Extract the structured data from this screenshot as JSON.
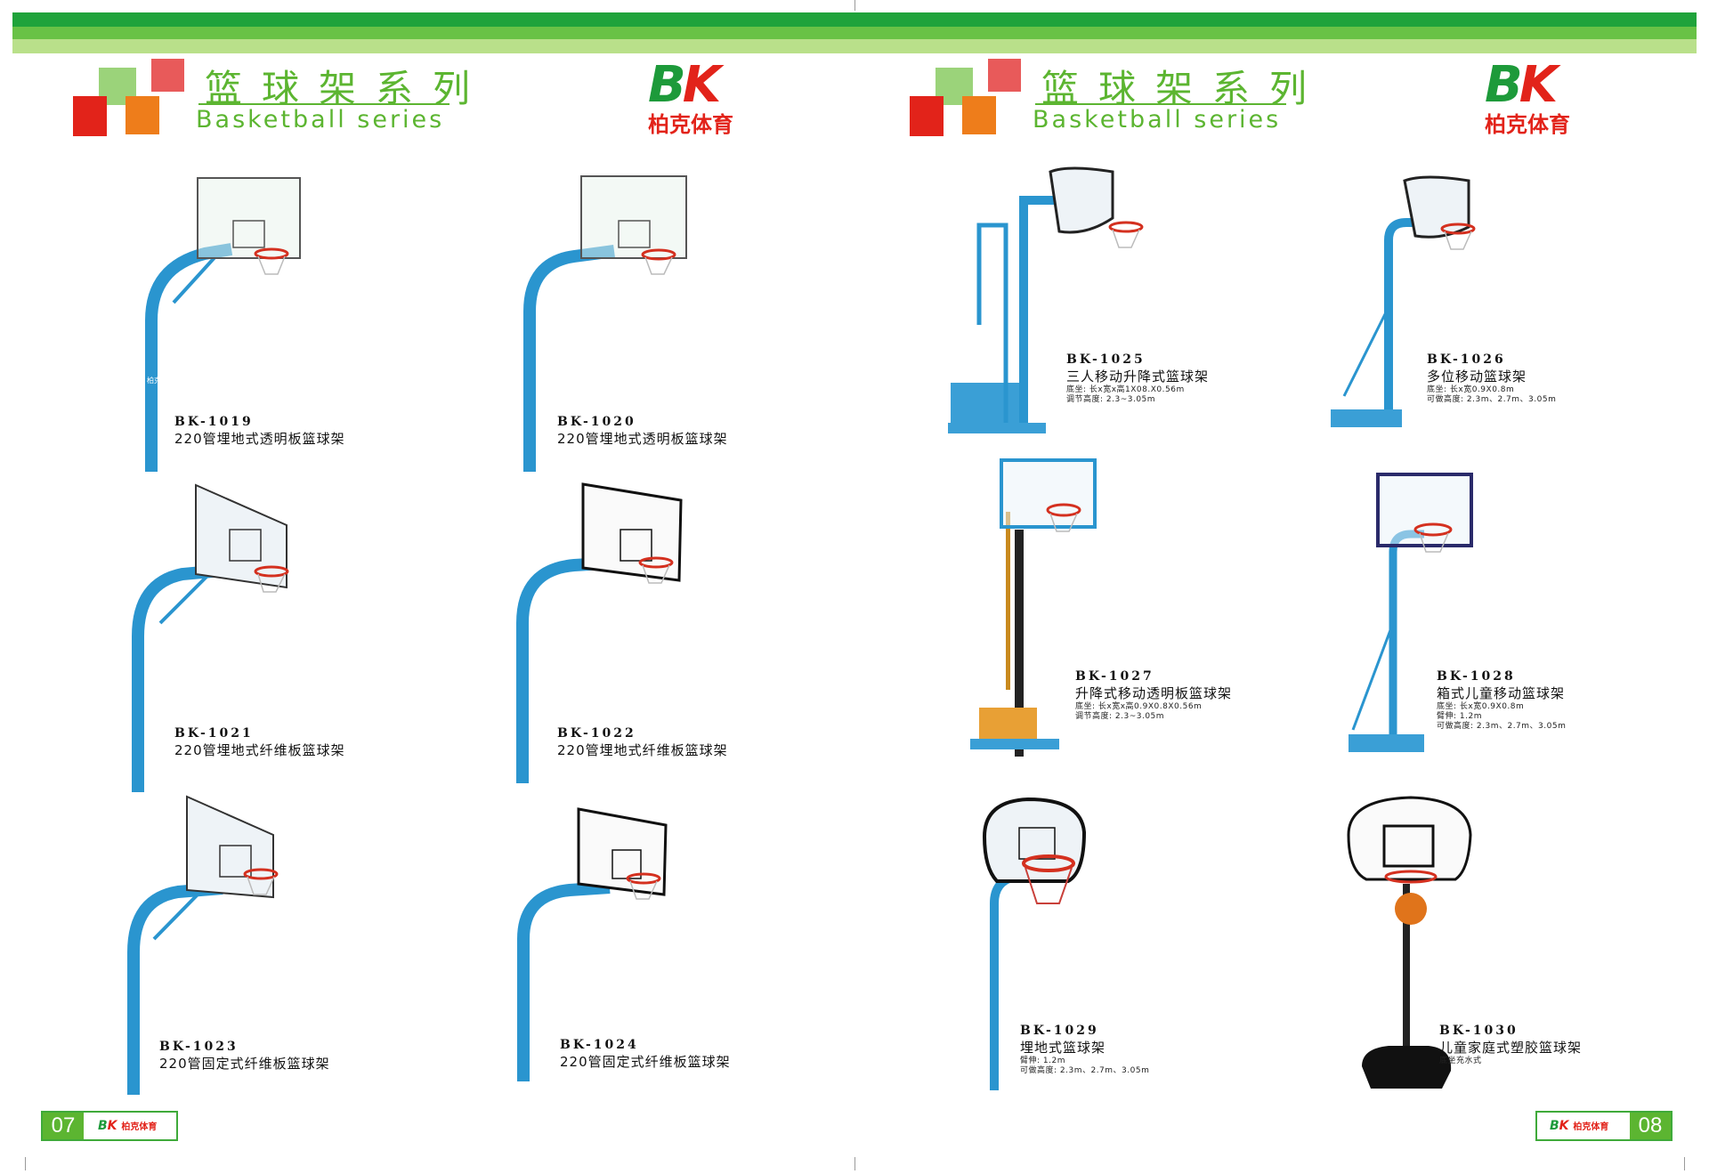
{
  "header": {
    "left": {
      "title_cn": "篮球架系列",
      "title_en": "Basketball series"
    },
    "right": {
      "title_cn": "篮球架系列",
      "title_en": "Basketball series"
    },
    "logo": {
      "mark_b": "B",
      "mark_k": "K",
      "name": "柏克体育"
    }
  },
  "colors": {
    "green_dark": "#1fa33b",
    "green_mid": "#69c246",
    "green_light": "#b9e08a",
    "red": "#e2231a",
    "orange": "#ee7d1b",
    "pole_blue": "#2f9fd8"
  },
  "products": [
    {
      "code": "BK-1019",
      "name": "220管埋地式透明板篮球架"
    },
    {
      "code": "BK-1020",
      "name": "220管埋地式透明板篮球架"
    },
    {
      "code": "BK-1021",
      "name": "220管埋地式纤维板篮球架"
    },
    {
      "code": "BK-1022",
      "name": "220管埋地式纤维板篮球架"
    },
    {
      "code": "BK-1023",
      "name": "220管固定式纤维板篮球架"
    },
    {
      "code": "BK-1024",
      "name": "220管固定式纤维板篮球架"
    },
    {
      "code": "BK-1025",
      "name": "三人移动升降式篮球架",
      "spec1": "底坐: 长x宽x高1X08.X0.56m",
      "spec2": "调节高度: 2.3~3.05m"
    },
    {
      "code": "BK-1026",
      "name": "多位移动篮球架",
      "spec1": "底坐: 长x宽0.9X0.8m",
      "spec2": "可做高度: 2.3m、2.7m、3.05m"
    },
    {
      "code": "BK-1027",
      "name": "升降式移动透明板篮球架",
      "spec1": "底坐: 长x宽x高0.9X0.8X0.56m",
      "spec2": "调节高度: 2.3~3.05m"
    },
    {
      "code": "BK-1028",
      "name": "箱式儿童移动篮球架",
      "spec1": "底坐: 长x宽0.9X0.8m",
      "spec2": "臂伸: 1.2m",
      "spec3": "可做高度: 2.3m、2.7m、3.05m"
    },
    {
      "code": "BK-1029",
      "name": "埋地式篮球架",
      "spec1": "臂伸: 1.2m",
      "spec2": "可做高度: 2.3m、2.7m、3.05m"
    },
    {
      "code": "BK-1030",
      "name": "儿童家庭式塑胶篮球架",
      "spec1": "底坐充水式"
    }
  ],
  "pole_text": "柏克体育",
  "footer": {
    "left_page": "07",
    "right_page": "08"
  }
}
